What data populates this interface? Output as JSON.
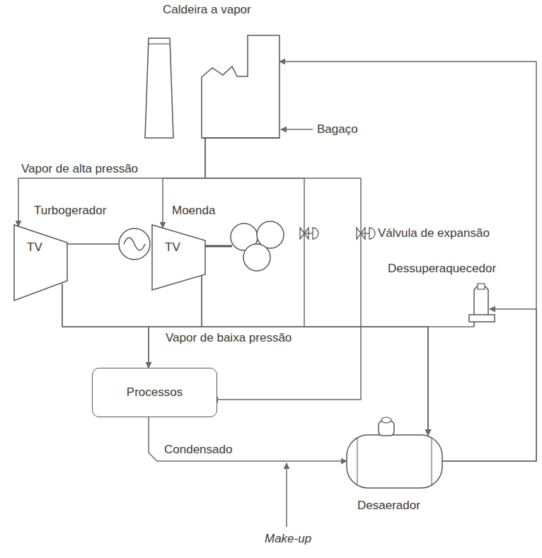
{
  "diagram": {
    "nodes": [
      {
        "text": [
          "Caldeira a vapor"
        ]
      },
      {
        "text": [
          "Turbogerador",
          "TV"
        ]
      },
      {
        "text": [
          "Moenda",
          "TV"
        ]
      },
      {
        "text": [
          "Dessuperaquecedor"
        ]
      },
      {
        "text": [
          "Processos"
        ]
      },
      {
        "text": [
          "Desaerador"
        ]
      }
    ],
    "edges": [
      {
        "from": 0,
        "to": 1,
        "arrow": "to"
      },
      {
        "from": 0,
        "to": 2,
        "arrow": "to"
      },
      {
        "from": 0,
        "to": 4,
        "arrow": "to"
      },
      {
        "from": 0,
        "to": 5,
        "arrow": "to"
      },
      {
        "from": 1,
        "to": 4,
        "arrow": "to"
      },
      {
        "from": 1,
        "to": 5,
        "arrow": "to"
      },
      {
        "from": 2,
        "to": 4,
        "arrow": "to"
      },
      {
        "from": 2,
        "to": 5,
        "arrow": "to"
      },
      {
        "from": 3,
        "to": 5,
        "arrow": "to"
      },
      {
        "from": 4,
        "to": 5,
        "label": "Condensado",
        "arrow": "to"
      },
      {
        "from": 5,
        "to": 0,
        "arrow": "to"
      },
      {
        "from": 5,
        "to": 3,
        "arrow": "to"
      }
    ],
    "labels": [
      "Bagaço",
      "Vapor de alta pressão",
      "Válvula de expansão",
      "Vapor de baixa pressão",
      "Make-up"
    ]
  }
}
